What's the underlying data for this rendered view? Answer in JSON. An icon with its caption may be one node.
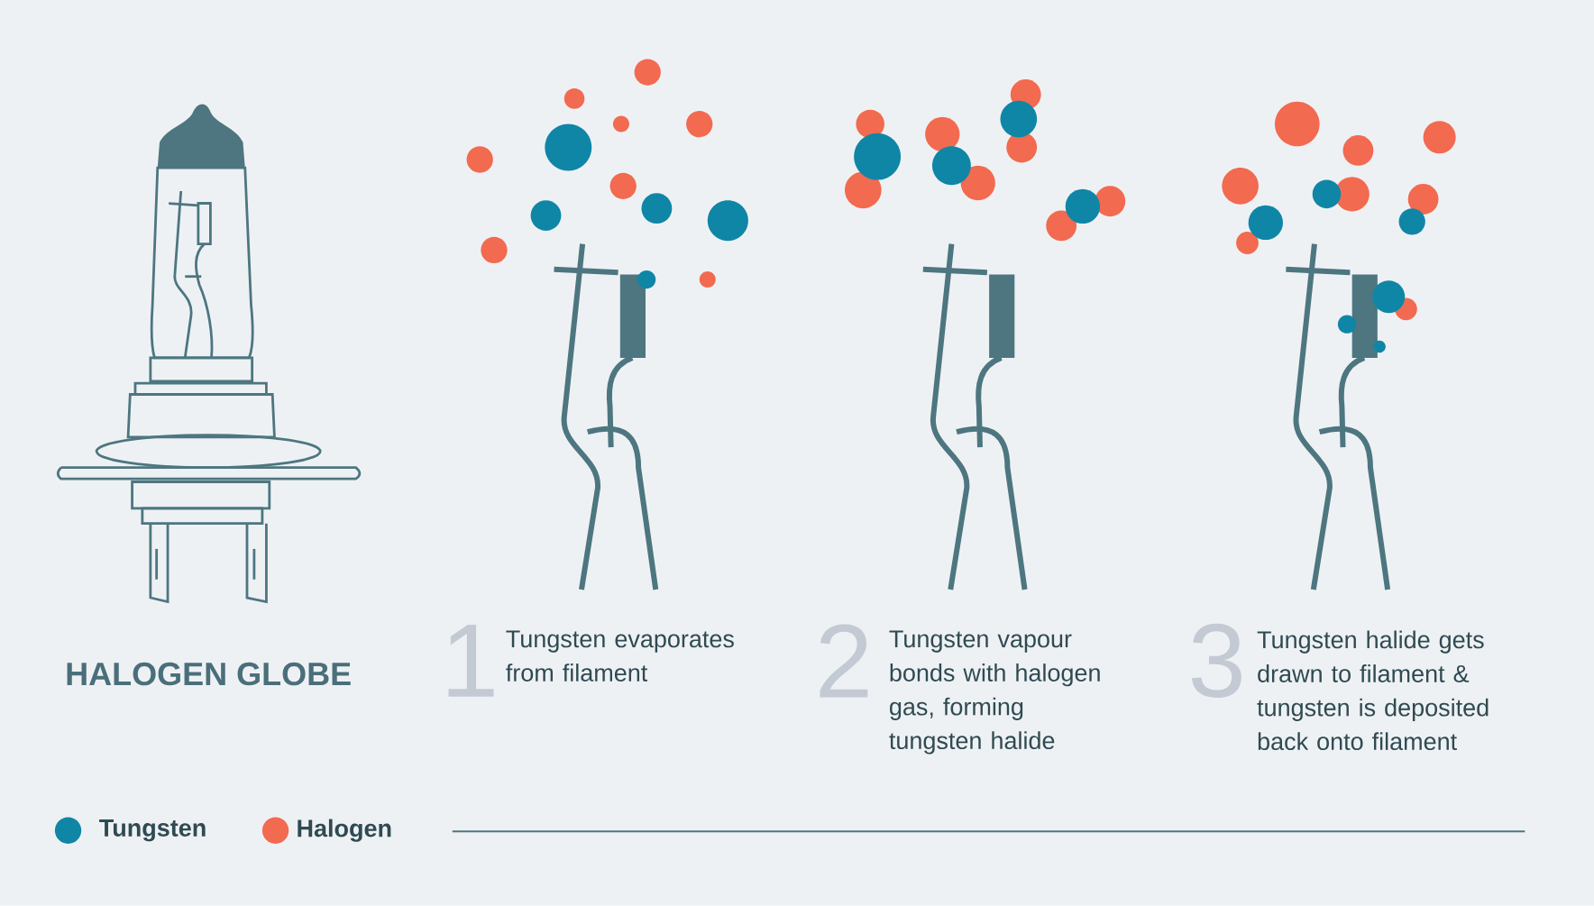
{
  "diagram": {
    "labels": [
      "HALOGEN GLOBE",
      "1",
      "Tungsten evaporates from filament",
      "2",
      "Tungsten vapour bonds with halogen gas, forming tungsten halide",
      "3",
      "Tungsten halide gets drawn to filament & tungsten is deposited back onto filament"
    ],
    "legend": [
      {
        "text": "Tungsten",
        "color": "#0f86a6"
      },
      {
        "text": "Halogen",
        "color": "#f26a4f"
      }
    ]
  }
}
